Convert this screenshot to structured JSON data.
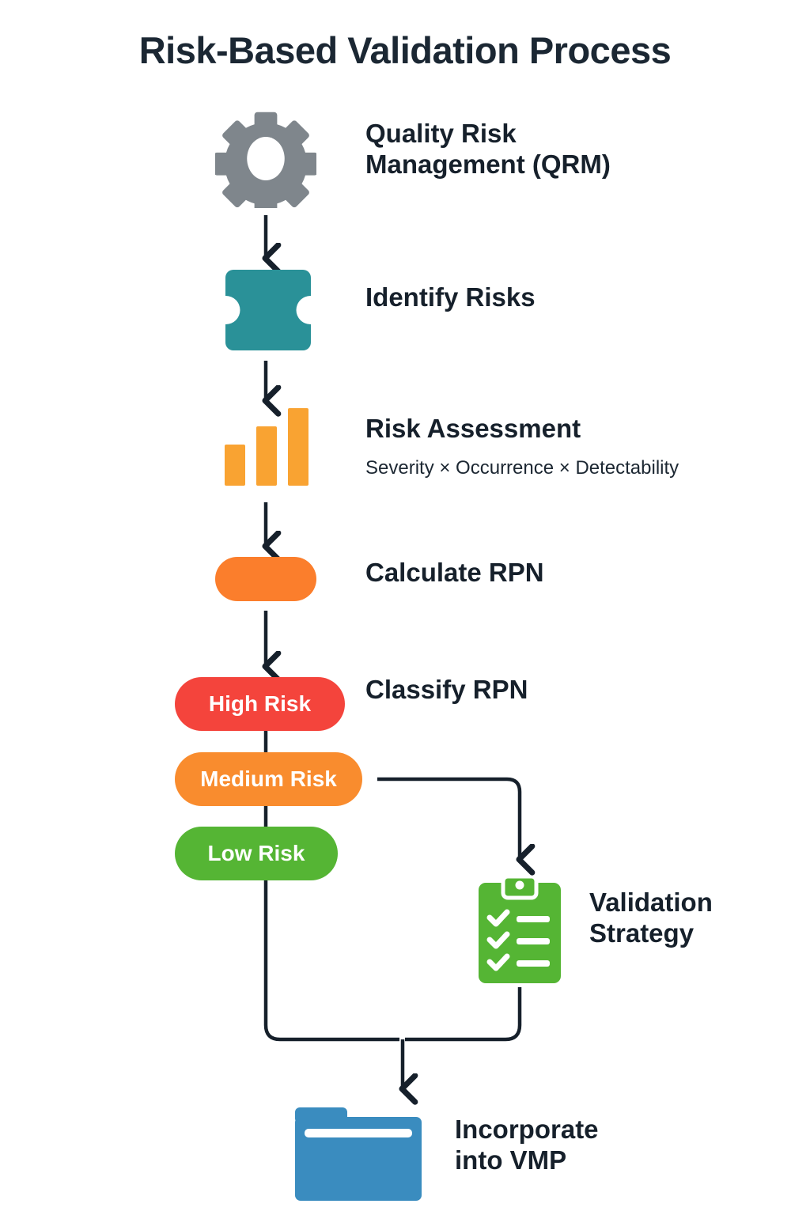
{
  "title": "Risk-Based Validation Process",
  "colors": {
    "text": "#16202b",
    "connector": "#16202b",
    "gear": "#7f868c",
    "puzzle": "#2A9198",
    "bars": "#F9A332",
    "rpn_pill": "#FB7E2C",
    "high_risk": "#F4443C",
    "medium_risk": "#F98C2E",
    "low_risk": "#55B534",
    "clipboard": "#55B534",
    "folder": "#3A8CBF"
  },
  "steps": [
    {
      "id": "qrm",
      "icon": "gear-icon",
      "label": "Quality Risk\nManagement (QRM)",
      "sub": ""
    },
    {
      "id": "identify",
      "icon": "puzzle-piece-icon",
      "label": "Identify Risks",
      "sub": ""
    },
    {
      "id": "assessment",
      "icon": "bar-chart-icon",
      "label": "Risk Assessment",
      "sub": "Severity × Occurrence × Detectability"
    },
    {
      "id": "rpn",
      "icon": "pill-shape",
      "label": "Calculate RPN",
      "sub": ""
    },
    {
      "id": "classify",
      "icon": "risk-pills",
      "label": "Classify RPN",
      "sub": ""
    },
    {
      "id": "strategy",
      "icon": "clipboard-checklist-icon",
      "label": "Validation\nStrategy",
      "sub": ""
    },
    {
      "id": "vmp",
      "icon": "folder-icon",
      "label": "Incorporate\ninto VMP",
      "sub": ""
    }
  ],
  "risk_levels": [
    {
      "id": "high",
      "label": "High Risk",
      "color": "#F4443C"
    },
    {
      "id": "medium",
      "label": "Medium Risk",
      "color": "#F98C2E"
    },
    {
      "id": "low",
      "label": "Low Risk",
      "color": "#55B534"
    }
  ],
  "chart_data": {
    "type": "bar",
    "title": "Risk Assessment",
    "categories": [
      "Severity",
      "Occurrence",
      "Detectability"
    ],
    "values": [
      1,
      2,
      3
    ],
    "xlabel": "",
    "ylabel": "",
    "ylim": [
      0,
      3
    ]
  },
  "flow": {
    "sequence": [
      "Quality Risk Management (QRM)",
      "Identify Risks",
      "Risk Assessment",
      "Calculate RPN",
      "Classify RPN",
      "Validation Strategy",
      "Incorporate into VMP"
    ],
    "branches": [
      {
        "from": "Medium Risk",
        "to": "Validation Strategy"
      },
      {
        "from": "Low Risk",
        "to": "Incorporate into VMP"
      },
      {
        "from": "Validation Strategy",
        "to": "Incorporate into VMP"
      }
    ]
  }
}
